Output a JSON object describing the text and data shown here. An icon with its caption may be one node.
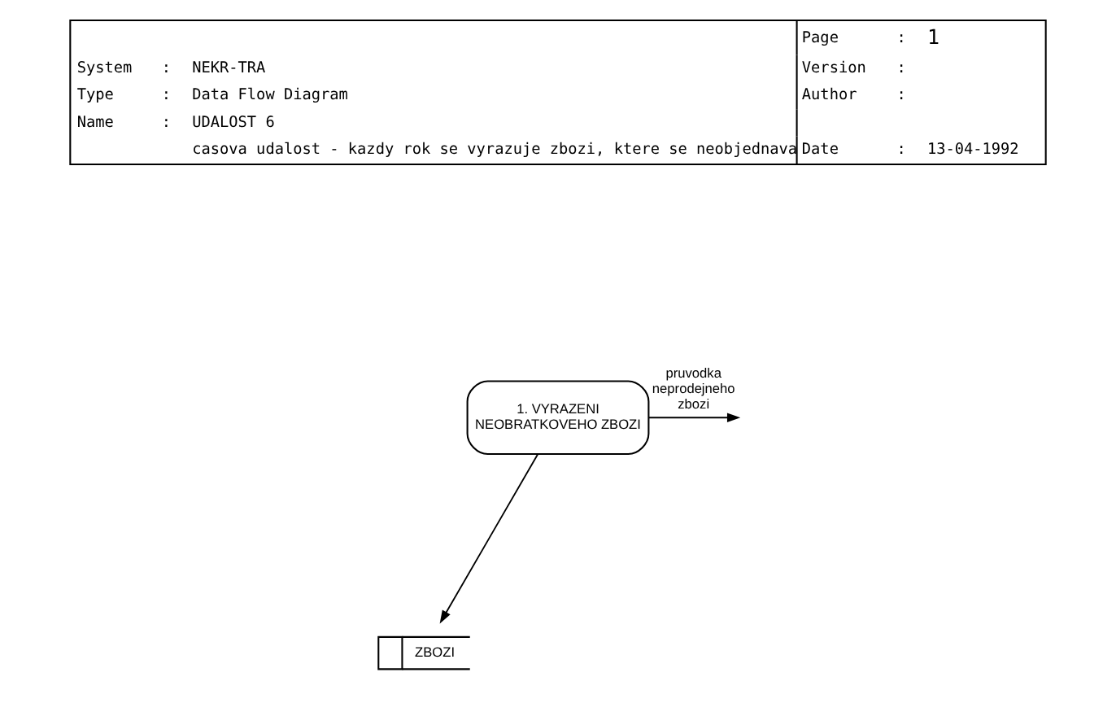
{
  "diagram": {
    "nodes": [
      {
        "text": [
          "1. VYRAZENI NEOBRATKOVEHO ZBOZI"
        ]
      },
      {
        "text": [
          "ZBOZI"
        ]
      }
    ],
    "edges": [
      {
        "from": 0,
        "to": 1,
        "arrow": "to"
      },
      {
        "from": 0,
        "to": null,
        "arrow": "to",
        "label": "pruvodka neprodejneho zbozi"
      }
    ],
    "labels": [
      "Page",
      ":",
      "1",
      "System",
      ":",
      "NEKR-TRA",
      "Version",
      ":",
      "Type",
      ":",
      "Data Flow Diagram",
      "Author",
      ":",
      "Name",
      ":",
      "UDALOST 6",
      "casova udalost - kazdy rok se vyrazuje zbozi, ktere se neobjednava",
      "Date",
      ":",
      "13-04-1992"
    ]
  }
}
